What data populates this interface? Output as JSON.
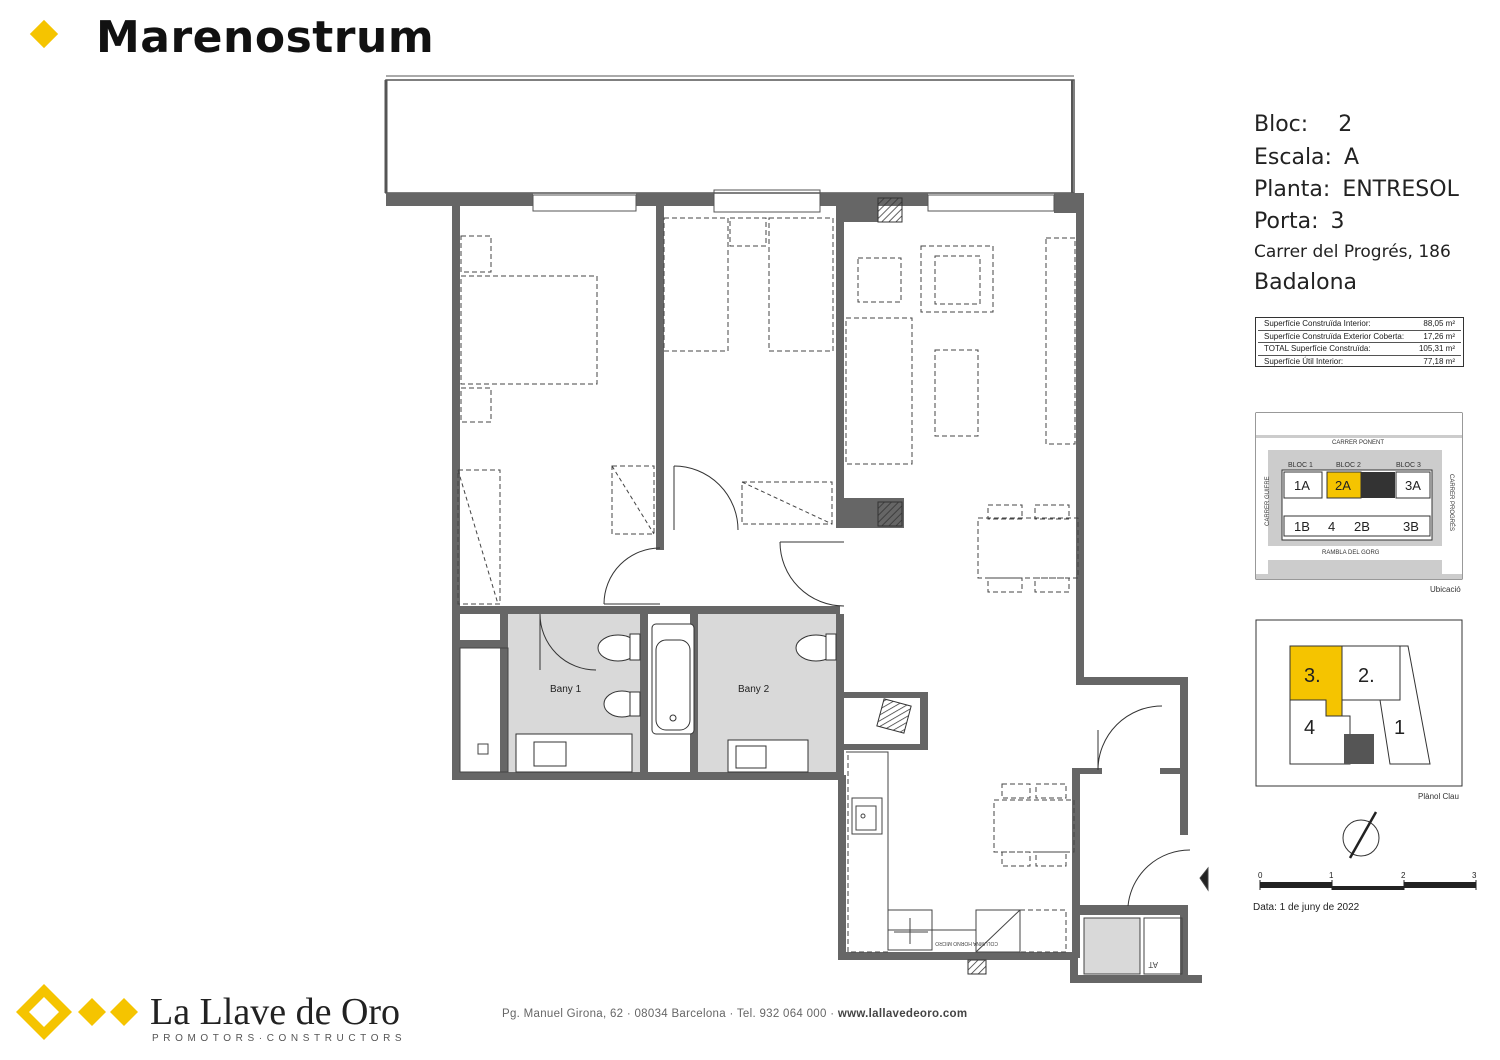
{
  "header": {
    "title": "Marenostrum"
  },
  "unit_info": {
    "bloc_label": "Bloc:",
    "bloc_value": "2",
    "escala_label": "Escala:",
    "escala_value": "A",
    "planta_label": "Planta:",
    "planta_value": "ENTRESOL",
    "porta_label": "Porta:",
    "porta_value": "3",
    "address": "Carrer del Progrés, 186",
    "city": "Badalona"
  },
  "areas": [
    {
      "label": "Superfície Construïda Interior:",
      "value": "88,05 m²"
    },
    {
      "label": "Superfície Construïda Exterior Coberta:",
      "value": "17,26 m²"
    },
    {
      "label": "TOTAL Superfície Construïda:",
      "value": "105,31 m²"
    },
    {
      "label": "Superfície Útil Interior:",
      "value": "77,18 m²"
    }
  ],
  "location_map": {
    "caption": "Ubicació",
    "street_top": "CARRER PONENT",
    "street_bottom": "RAMBLA DEL GORG",
    "street_left": "CARRER GUIFRE",
    "street_right": "CARRER PROGRÉS",
    "bloc1": "BLOC 1",
    "bloc2": "BLOC 2",
    "bloc3": "BLOC 3",
    "unit_1a": "1A",
    "unit_2a": "2A",
    "unit_3a": "3A",
    "unit_1b": "1B",
    "unit_4": "4",
    "unit_2b": "2B",
    "unit_3b": "3B"
  },
  "key_plan": {
    "caption": "Plànol Clau",
    "n3": "3.",
    "n2": "2.",
    "n4": "4",
    "n1": "1"
  },
  "scale_bar": {
    "t0": "0",
    "t1": "1",
    "t2": "2",
    "t3": "3"
  },
  "date_label": "Data:  1 de juny de 2022",
  "rooms": {
    "bath1": "Bany 1",
    "bath2": "Bany 2",
    "column_label": "COLUMNA HORNO MICRO",
    "at_label": "AT"
  },
  "footer": {
    "address": "Pg. Manuel Girona, 62 · 08034 Barcelona · Tel. 932 064 000 · ",
    "website": "www.lallavedeoro.com",
    "brand": "La Llave de Oro",
    "brand_sub": "PROMOTORS·CONSTRUCTORS"
  },
  "colors": {
    "accent": "#f5c400",
    "wall": "#666666",
    "bath_fill": "#d9d9d9"
  }
}
